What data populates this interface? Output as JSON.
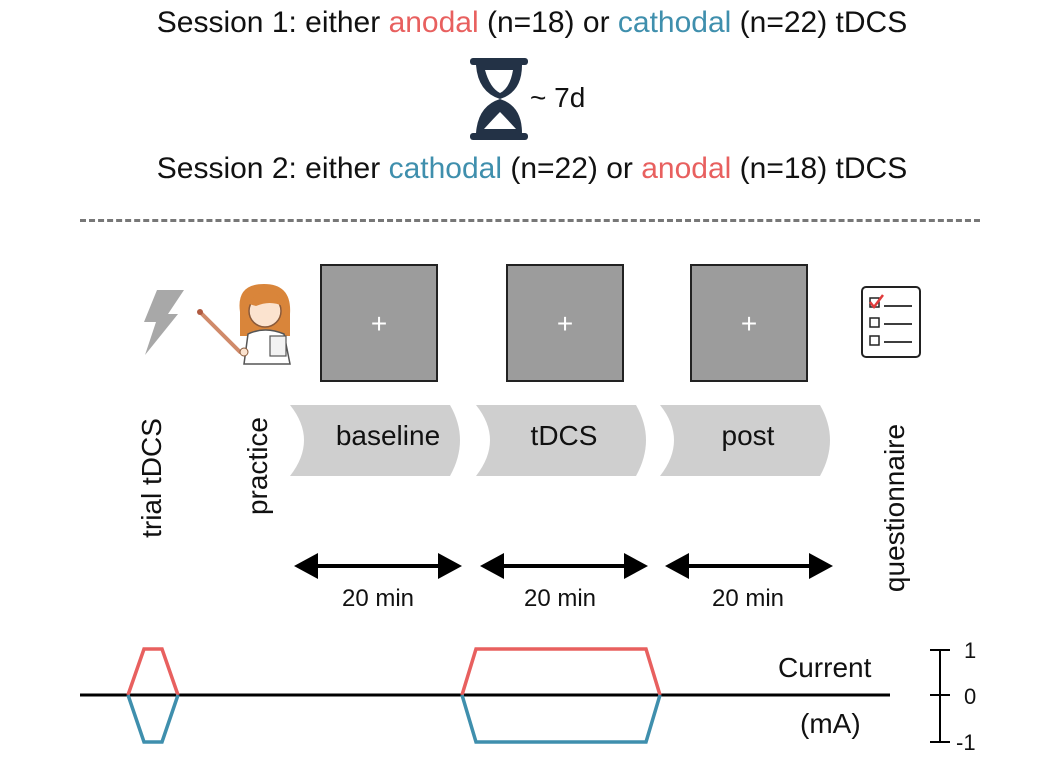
{
  "session1": {
    "prefix": "Session 1: either ",
    "first_cond": "anodal",
    "first_n": " (n=18) or ",
    "second_cond": "cathodal",
    "second_n": " (n=22) tDCS"
  },
  "interval": {
    "label": "~ 7d",
    "icon": "hourglass-icon"
  },
  "session2": {
    "prefix": "Session 2: either ",
    "first_cond": "cathodal",
    "first_n": " (n=22) or ",
    "second_cond": "anodal",
    "second_n": " (n=18) tDCS"
  },
  "timeline": {
    "steps": [
      {
        "label": "trial tDCS",
        "icon": "lightning-icon"
      },
      {
        "label": "practice",
        "icon": "instructor-icon"
      },
      {
        "label": "baseline",
        "icon": "fixation-screen"
      },
      {
        "label": "tDCS",
        "icon": "fixation-screen"
      },
      {
        "label": "post",
        "icon": "fixation-screen"
      },
      {
        "label": "questionnaire",
        "icon": "checklist-icon"
      }
    ],
    "fixation_symbol": "+",
    "durations": [
      "20 min",
      "20 min",
      "20 min"
    ]
  },
  "current": {
    "label_line1": "Current",
    "label_line2": "(mA)",
    "scale": [
      "1",
      "0",
      "-1"
    ],
    "anodal_color": "#e8605f",
    "cathodal_color": "#3f8fad"
  },
  "colors": {
    "anodal": "#e8605f",
    "cathodal": "#3f8fad",
    "screen_gray": "#9c9c9c",
    "chevron_gray": "#cfcfcf",
    "hourglass_navy": "#233246"
  }
}
